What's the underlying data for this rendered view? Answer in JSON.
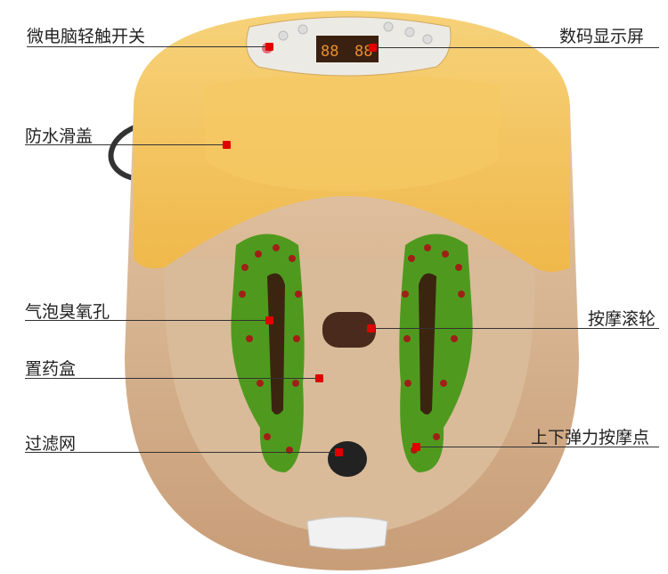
{
  "callouts": {
    "touch_switch": "微电脑轻触开关",
    "digital_display": "数码显示屏",
    "waterproof_cover": "防水滑盖",
    "ozone_bubble_holes": "气泡臭氧孔",
    "massage_roller": "按摩滚轮",
    "medicine_box": "置药盒",
    "filter_screen": "过滤网",
    "elastic_massage_points": "上下弹力按摩点"
  },
  "display": {
    "left": "88",
    "right": "88"
  },
  "colors": {
    "accent": "#e00000",
    "lid": "#f2c35a",
    "basin": "#d7b28e",
    "footpad": "#4f9a1e"
  }
}
